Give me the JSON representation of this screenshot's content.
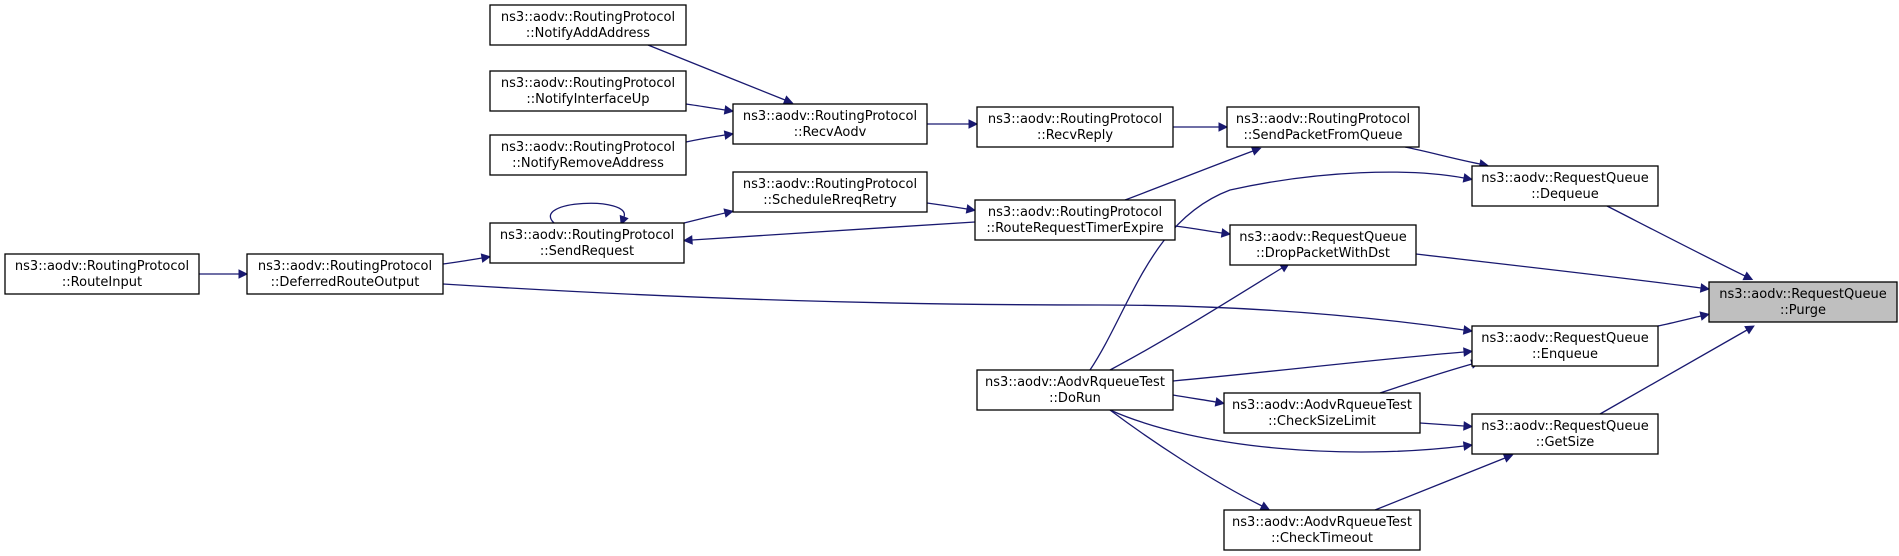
{
  "colors": {
    "edge": "#191970",
    "highlight_fill": "#bfbfbf",
    "node_border": "#000000"
  },
  "nodes": [
    {
      "id": "purge",
      "line1": "ns3::aodv::RequestQueue",
      "line2": "::Purge",
      "highlight": true
    },
    {
      "id": "dequeue",
      "line1": "ns3::aodv::RequestQueue",
      "line2": "::Dequeue"
    },
    {
      "id": "droppacketwithdst",
      "line1": "ns3::aodv::RequestQueue",
      "line2": "::DropPacketWithDst"
    },
    {
      "id": "enqueue",
      "line1": "ns3::aodv::RequestQueue",
      "line2": "::Enqueue"
    },
    {
      "id": "getsize",
      "line1": "ns3::aodv::RequestQueue",
      "line2": "::GetSize"
    },
    {
      "id": "sendpacketfromqueue",
      "line1": "ns3::aodv::RoutingProtocol",
      "line2": "::SendPacketFromQueue"
    },
    {
      "id": "recvreply",
      "line1": "ns3::aodv::RoutingProtocol",
      "line2": "::RecvReply"
    },
    {
      "id": "recvaodv",
      "line1": "ns3::aodv::RoutingProtocol",
      "line2": "::RecvAodv"
    },
    {
      "id": "notifyaddaddress",
      "line1": "ns3::aodv::RoutingProtocol",
      "line2": "::NotifyAddAddress"
    },
    {
      "id": "notifyinterfaceup",
      "line1": "ns3::aodv::RoutingProtocol",
      "line2": "::NotifyInterfaceUp"
    },
    {
      "id": "notifyremoveaddress",
      "line1": "ns3::aodv::RoutingProtocol",
      "line2": "::NotifyRemoveAddress"
    },
    {
      "id": "routerequesttimerexpire",
      "line1": "ns3::aodv::RoutingProtocol",
      "line2": "::RouteRequestTimerExpire"
    },
    {
      "id": "schedulereqretry",
      "line1": "ns3::aodv::RoutingProtocol",
      "line2": "::ScheduleRreqRetry"
    },
    {
      "id": "sendrequest",
      "line1": "ns3::aodv::RoutingProtocol",
      "line2": "::SendRequest"
    },
    {
      "id": "deferredrouteoutput",
      "line1": "ns3::aodv::RoutingProtocol",
      "line2": "::DeferredRouteOutput"
    },
    {
      "id": "routeinput",
      "line1": "ns3::aodv::RoutingProtocol",
      "line2": "::RouteInput"
    },
    {
      "id": "dorun",
      "line1": "ns3::aodv::AodvRqueueTest",
      "line2": "::DoRun"
    },
    {
      "id": "checksizelimit",
      "line1": "ns3::aodv::AodvRqueueTest",
      "line2": "::CheckSizeLimit"
    },
    {
      "id": "checktimeout",
      "line1": "ns3::aodv::AodvRqueueTest",
      "line2": "::CheckTimeout"
    }
  ],
  "edges": [
    {
      "from": "dequeue",
      "to": "purge"
    },
    {
      "from": "droppacketwithdst",
      "to": "purge"
    },
    {
      "from": "enqueue",
      "to": "purge"
    },
    {
      "from": "getsize",
      "to": "purge"
    },
    {
      "from": "sendpacketfromqueue",
      "to": "dequeue"
    },
    {
      "from": "dorun",
      "to": "dequeue"
    },
    {
      "from": "recvreply",
      "to": "sendpacketfromqueue"
    },
    {
      "from": "routerequesttimerexpire",
      "to": "sendpacketfromqueue"
    },
    {
      "from": "recvaodv",
      "to": "recvreply"
    },
    {
      "from": "notifyaddaddress",
      "to": "recvaodv"
    },
    {
      "from": "notifyinterfaceup",
      "to": "recvaodv"
    },
    {
      "from": "notifyremoveaddress",
      "to": "recvaodv"
    },
    {
      "from": "routerequesttimerexpire",
      "to": "droppacketwithdst"
    },
    {
      "from": "dorun",
      "to": "droppacketwithdst"
    },
    {
      "from": "schedulereqretry",
      "to": "routerequesttimerexpire"
    },
    {
      "from": "routerequesttimerexpire",
      "to": "sendrequest"
    },
    {
      "from": "sendrequest",
      "to": "schedulereqretry"
    },
    {
      "from": "sendrequest",
      "to": "sendrequest"
    },
    {
      "from": "deferredrouteoutput",
      "to": "sendrequest"
    },
    {
      "from": "routeinput",
      "to": "deferredrouteoutput"
    },
    {
      "from": "deferredrouteoutput",
      "to": "enqueue"
    },
    {
      "from": "dorun",
      "to": "enqueue"
    },
    {
      "from": "checksizelimit",
      "to": "enqueue"
    },
    {
      "from": "dorun",
      "to": "checksizelimit"
    },
    {
      "from": "dorun",
      "to": "getsize"
    },
    {
      "from": "checksizelimit",
      "to": "getsize"
    },
    {
      "from": "checktimeout",
      "to": "getsize"
    },
    {
      "from": "dorun",
      "to": "checktimeout"
    }
  ]
}
